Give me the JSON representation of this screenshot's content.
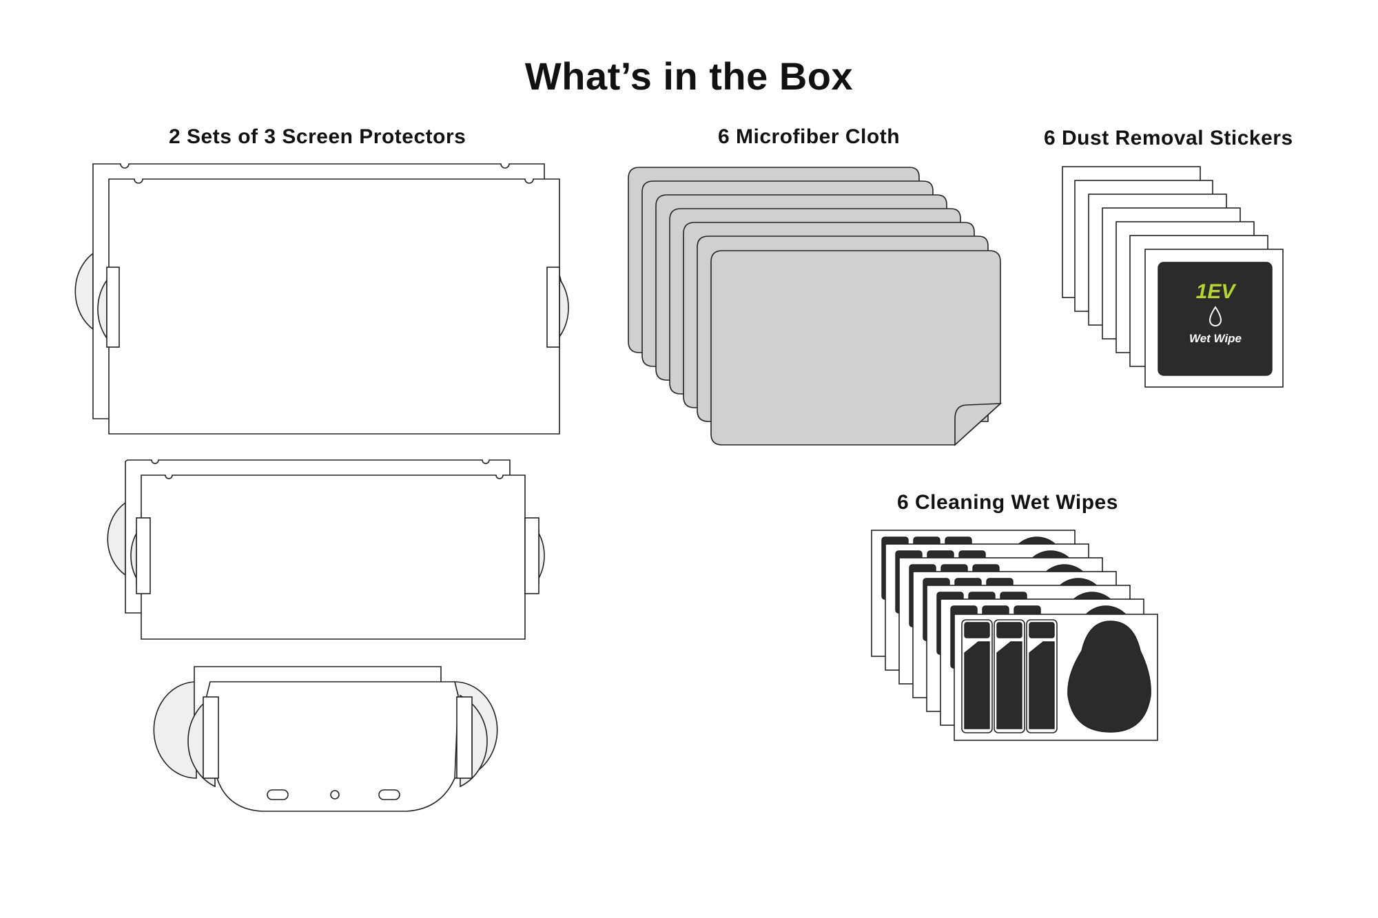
{
  "title": "What’s in the Box",
  "sections": {
    "protectors": {
      "label": "2 Sets of 3 Screen Protectors"
    },
    "cloth": {
      "label": "6 Microfiber Cloth"
    },
    "stickers": {
      "label": "6 Dust Removal Stickers"
    },
    "wipes": {
      "label": "6 Cleaning Wet Wipes"
    }
  },
  "sticker_card": {
    "brand": "1EV",
    "caption": "Wet Wipe",
    "brand_color": "#b7d334",
    "card_color": "#2b2b2b"
  },
  "colors": {
    "cloth": "#d0d0d0",
    "tab": "#efefef",
    "dark": "#2b2b2b"
  },
  "icons": [
    "water-drop-icon"
  ]
}
